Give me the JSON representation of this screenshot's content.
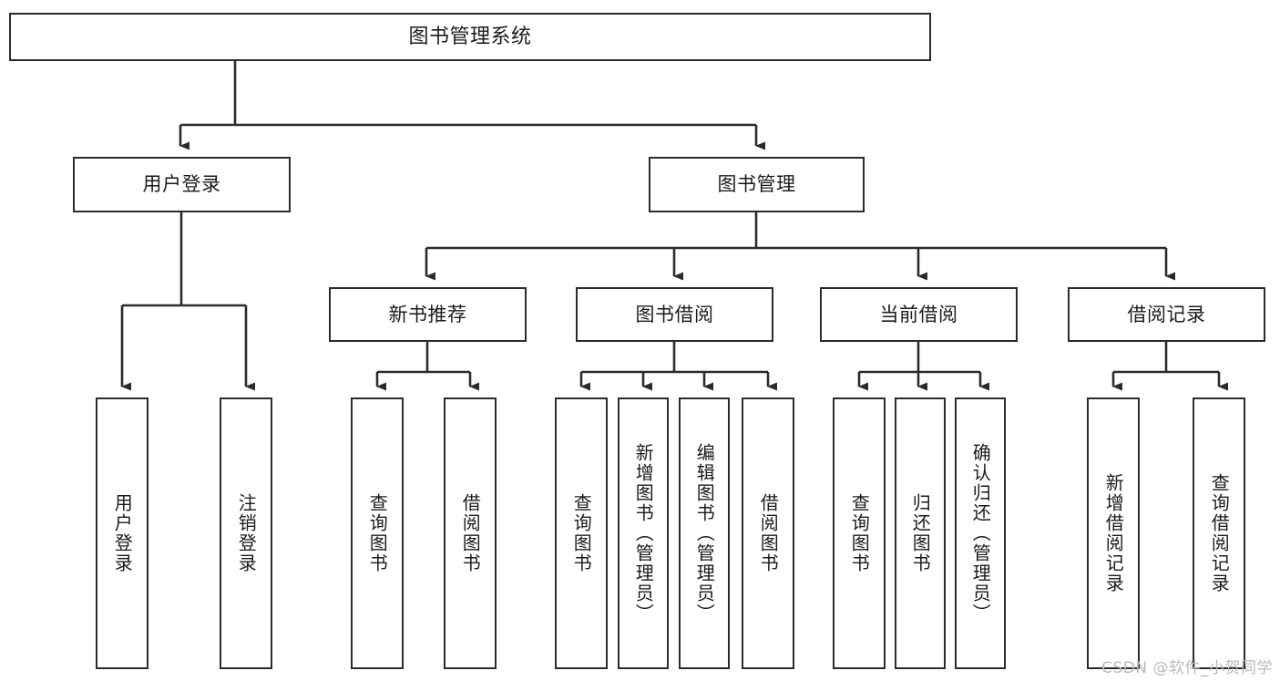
{
  "diagram": {
    "title": "图书管理系统",
    "type": "tree",
    "watermark": "CSDN @软件_小贺同学",
    "colors": {
      "stroke": "#2b2b2b",
      "fill": "#ffffff",
      "text": "#1b1b1b",
      "watermark": "#b9b9b9"
    },
    "nodes": {
      "root": {
        "label": "图书管理系统",
        "orientation": "horizontal",
        "level": 0
      },
      "user_login": {
        "label": "用户登录",
        "orientation": "horizontal",
        "level": 1
      },
      "book_manage": {
        "label": "图书管理",
        "orientation": "horizontal",
        "level": 1
      },
      "new_book_rec": {
        "label": "新书推荐",
        "orientation": "horizontal",
        "level": 2
      },
      "book_borrow": {
        "label": "图书借阅",
        "orientation": "horizontal",
        "level": 2
      },
      "current_borrow": {
        "label": "当前借阅",
        "orientation": "horizontal",
        "level": 2
      },
      "borrow_record": {
        "label": "借阅记录",
        "orientation": "horizontal",
        "level": 2
      },
      "leaf_user_login": {
        "label": "用户登录",
        "orientation": "vertical",
        "level": 3
      },
      "leaf_logout": {
        "label": "注销登录",
        "orientation": "vertical",
        "level": 3
      },
      "leaf_query_book_1": {
        "label": "查询图书",
        "orientation": "vertical",
        "level": 3
      },
      "leaf_borrow_book_1": {
        "label": "借阅图书",
        "orientation": "vertical",
        "level": 3
      },
      "leaf_query_book_2": {
        "label": "查询图书",
        "orientation": "vertical",
        "level": 3
      },
      "leaf_add_book": {
        "label": "新增图书（管理员）",
        "orientation": "vertical",
        "level": 3
      },
      "leaf_edit_book": {
        "label": "编辑图书（管理员）",
        "orientation": "vertical",
        "level": 3
      },
      "leaf_borrow_book_2": {
        "label": "借阅图书",
        "orientation": "vertical",
        "level": 3
      },
      "leaf_query_book_3": {
        "label": "查询图书",
        "orientation": "vertical",
        "level": 3
      },
      "leaf_return_book": {
        "label": "归还图书",
        "orientation": "vertical",
        "level": 3
      },
      "leaf_confirm_return": {
        "label": "确认归还（管理员）",
        "orientation": "vertical",
        "level": 3
      },
      "leaf_add_record": {
        "label": "新增借阅记录",
        "orientation": "vertical",
        "level": 3
      },
      "leaf_query_record": {
        "label": "查询借阅记录",
        "orientation": "vertical",
        "level": 3
      }
    },
    "edges": [
      {
        "from": "root",
        "to": "user_login"
      },
      {
        "from": "root",
        "to": "book_manage"
      },
      {
        "from": "book_manage",
        "to": "new_book_rec"
      },
      {
        "from": "book_manage",
        "to": "book_borrow"
      },
      {
        "from": "book_manage",
        "to": "current_borrow"
      },
      {
        "from": "book_manage",
        "to": "borrow_record"
      },
      {
        "from": "user_login",
        "to": "leaf_user_login"
      },
      {
        "from": "user_login",
        "to": "leaf_logout"
      },
      {
        "from": "new_book_rec",
        "to": "leaf_query_book_1"
      },
      {
        "from": "new_book_rec",
        "to": "leaf_borrow_book_1"
      },
      {
        "from": "book_borrow",
        "to": "leaf_query_book_2"
      },
      {
        "from": "book_borrow",
        "to": "leaf_add_book"
      },
      {
        "from": "book_borrow",
        "to": "leaf_edit_book"
      },
      {
        "from": "book_borrow",
        "to": "leaf_borrow_book_2"
      },
      {
        "from": "current_borrow",
        "to": "leaf_query_book_3"
      },
      {
        "from": "current_borrow",
        "to": "leaf_return_book"
      },
      {
        "from": "current_borrow",
        "to": "leaf_confirm_return"
      },
      {
        "from": "borrow_record",
        "to": "leaf_add_record"
      },
      {
        "from": "borrow_record",
        "to": "leaf_query_record"
      }
    ]
  }
}
